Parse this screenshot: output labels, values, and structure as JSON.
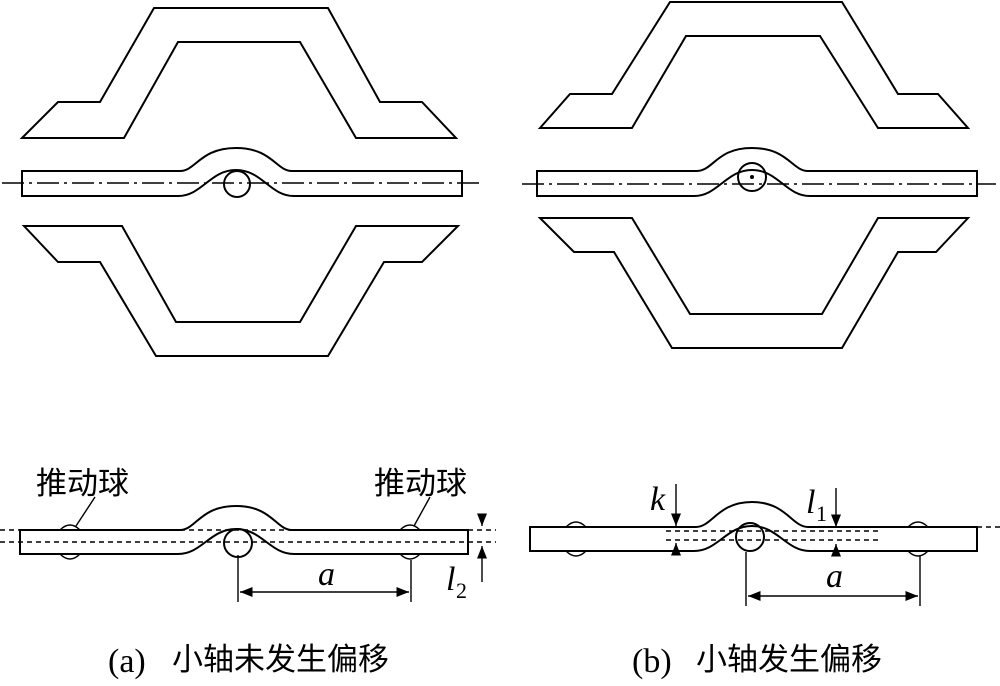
{
  "panel_a": {
    "caption_prefix": "(a)",
    "caption_text": "小轴未发生偏移",
    "ball_label_left": "推动球",
    "ball_label_right": "推动球",
    "dim_a": "a",
    "dim_l": "l",
    "dim_l_sub": "2"
  },
  "panel_b": {
    "caption_prefix": "(b)",
    "caption_text": "小轴发生偏移",
    "dim_k": "k",
    "dim_l": "l",
    "dim_l_sub": "1",
    "dim_a": "a"
  }
}
